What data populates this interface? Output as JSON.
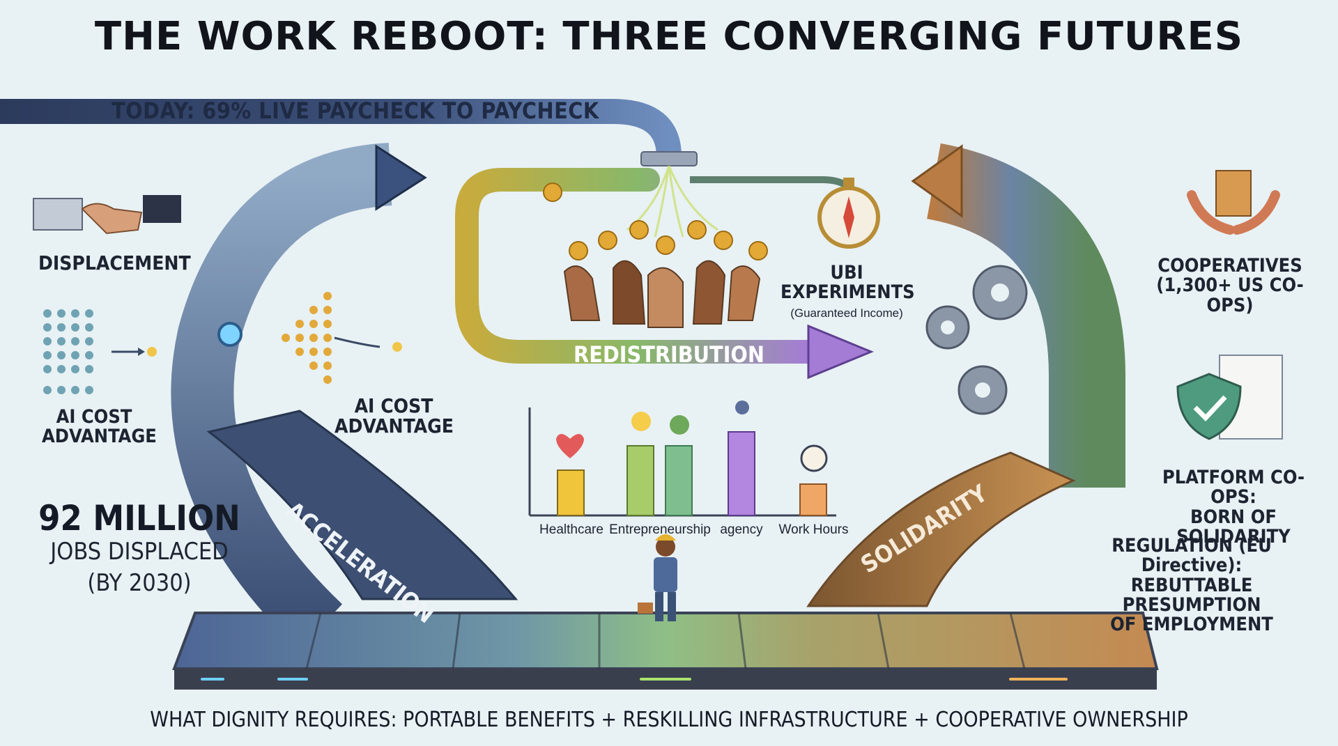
{
  "title": "THE WORK REBOOT: THREE CONVERGING FUTURES",
  "banner": "TODAY: 69% LIVE PAYCHECK TO PAYCHECK",
  "left": {
    "displacement": "DISPLACEMENT",
    "ai_cost_1": "AI COST\nADVANTAGE",
    "ai_cost_2": "AI COST\nADVANTAGE",
    "jobs_number": "92 MILLION",
    "jobs_label": "JOBS DISPLACED",
    "jobs_year": "(BY 2030)",
    "road_label": "ACCELERATION"
  },
  "center": {
    "ubi_title": "UBI\nEXPERIMENTS",
    "ubi_sub": "(Guaranteed Income)",
    "arrow_label": "REDISTRIBUTION",
    "bars": [
      {
        "label": "Healthcare"
      },
      {
        "label": "Entrepreneurship"
      },
      {
        "label": "agency"
      },
      {
        "label": "Work Hours"
      }
    ]
  },
  "right": {
    "cooperatives": "COOPERATIVES\n(1,300+ US CO-OPS)",
    "platform": "PLATFORM CO-OPS:\nBORN OF SOLIDARITY",
    "regulation": "REGULATION (EU Directive):\nREBUTTABLE PRESUMPTION\nOF EMPLOYMENT",
    "road_label": "SOLIDARITY"
  },
  "footer": "WHAT DIGNITY REQUIRES: PORTABLE BENEFITS + RESKILLING INFRASTRUCTURE + COOPERATIVE OWNERSHIP",
  "colors": {
    "accel": "#3e5a86",
    "redis": "#7fa24a",
    "solid": "#a86f3d",
    "purple": "#8a5fc4",
    "gold": "#e2a93a"
  }
}
